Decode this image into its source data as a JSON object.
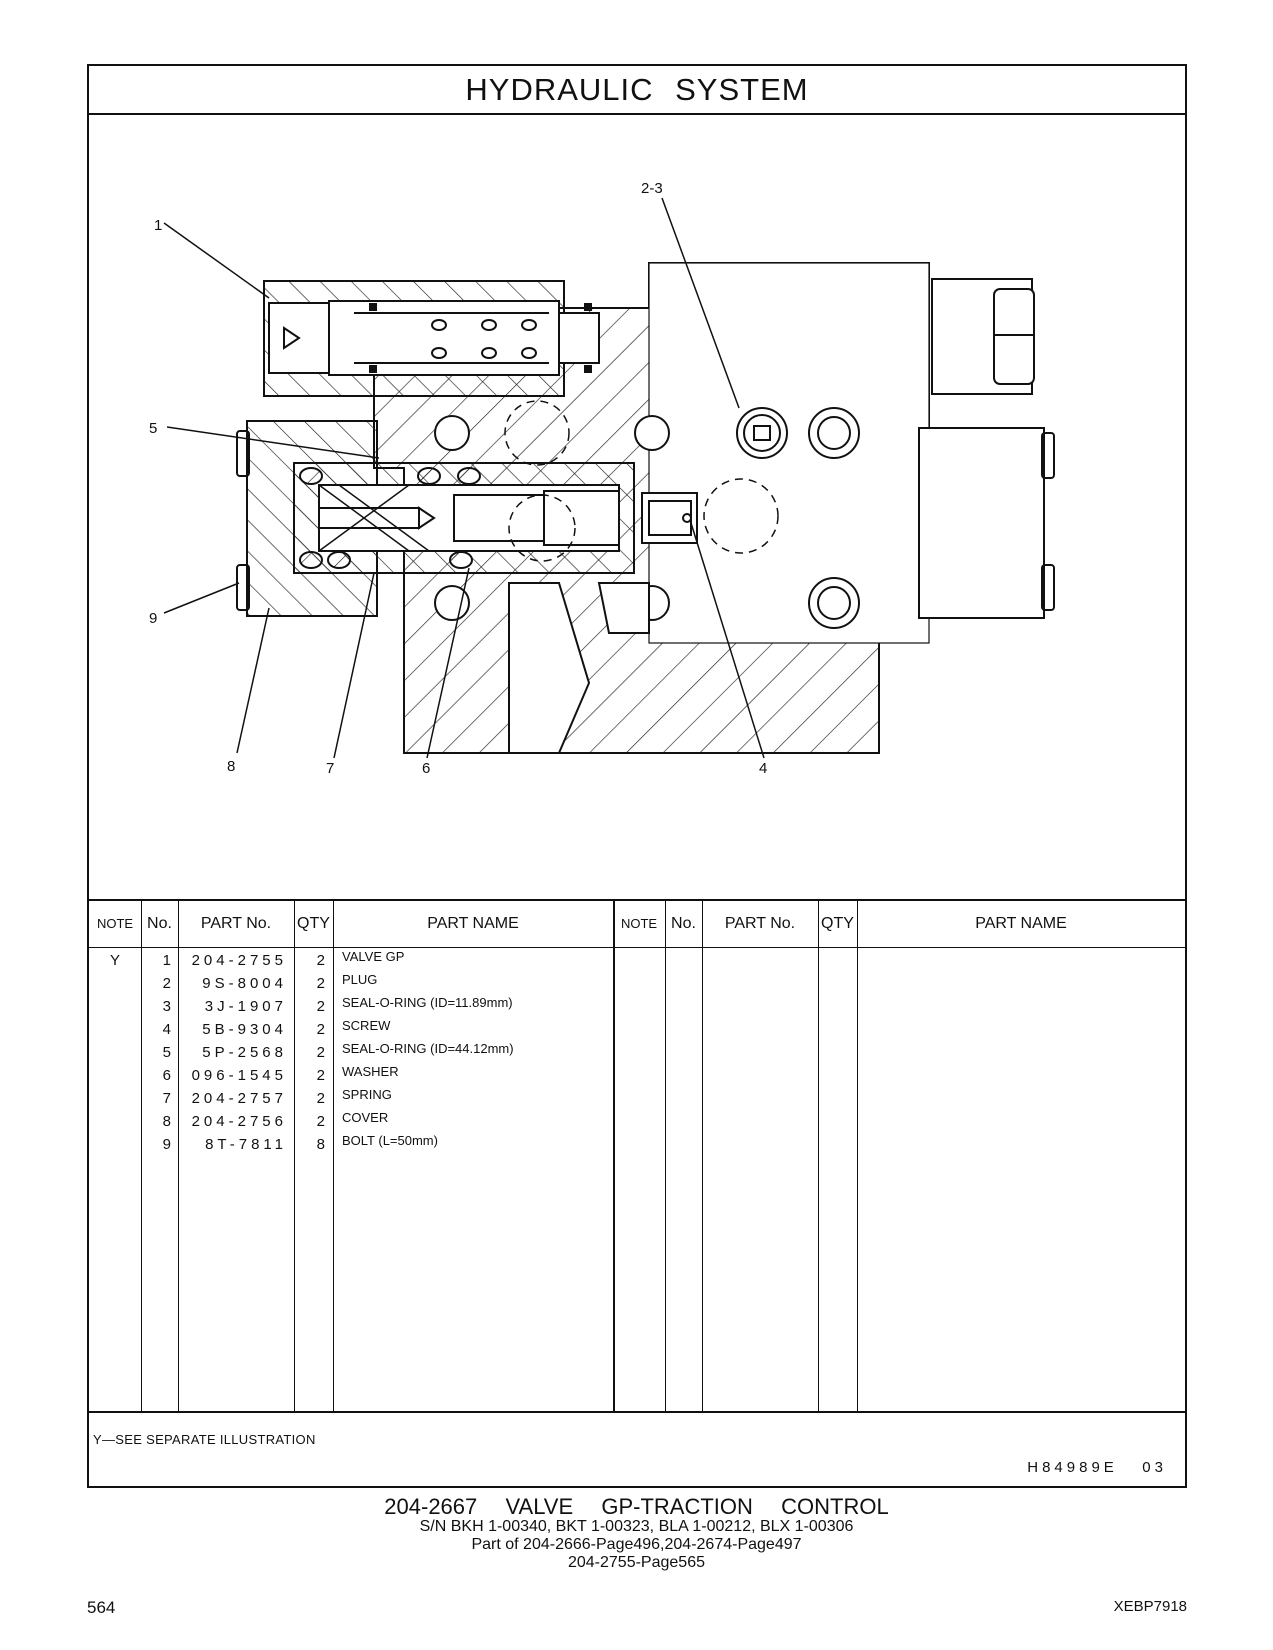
{
  "header": {
    "title": "HYDRAULIC   SYSTEM"
  },
  "callouts": [
    "1",
    "2-3",
    "5",
    "9",
    "8",
    "7",
    "6",
    "4"
  ],
  "table": {
    "headers": [
      "NOTE",
      "No.",
      "PART No.",
      "QTY",
      "PART NAME"
    ],
    "rows": [
      {
        "note": "Y",
        "no": "1",
        "part": "204-2755",
        "qty": "2",
        "name": "VALVE  GP"
      },
      {
        "note": "",
        "no": "2",
        "part": "9S-8004",
        "qty": "2",
        "name": "PLUG"
      },
      {
        "note": "",
        "no": "3",
        "part": "3J-1907",
        "qty": "2",
        "name": "SEAL-O-RING (ID=11.89mm)"
      },
      {
        "note": "",
        "no": "4",
        "part": "5B-9304",
        "qty": "2",
        "name": "SCREW"
      },
      {
        "note": "",
        "no": "5",
        "part": "5P-2568",
        "qty": "2",
        "name": "SEAL-O-RING (ID=44.12mm)"
      },
      {
        "note": "",
        "no": "6",
        "part": "096-1545",
        "qty": "2",
        "name": "WASHER"
      },
      {
        "note": "",
        "no": "7",
        "part": "204-2757",
        "qty": "2",
        "name": "SPRING"
      },
      {
        "note": "",
        "no": "8",
        "part": "204-2756",
        "qty": "2",
        "name": "COVER"
      },
      {
        "note": "",
        "no": "9",
        "part": "8T-7811",
        "qty": "8",
        "name": "BOLT (L=50mm)"
      }
    ]
  },
  "footnote": "Y—SEE  SEPARATE  ILLUSTRATION",
  "drawing_code": "H84989E   03",
  "caption": {
    "line1": "204-2667  VALVE  GP-TRACTION  CONTROL",
    "line2": "S/N BKH 1-00340, BKT 1-00323, BLA 1-00212, BLX 1-00306",
    "line3": "Part of 204-2666-Page496,204-2674-Page497",
    "line4": "204-2755-Page565"
  },
  "page_number": "564",
  "book_id": "XEBP7918"
}
